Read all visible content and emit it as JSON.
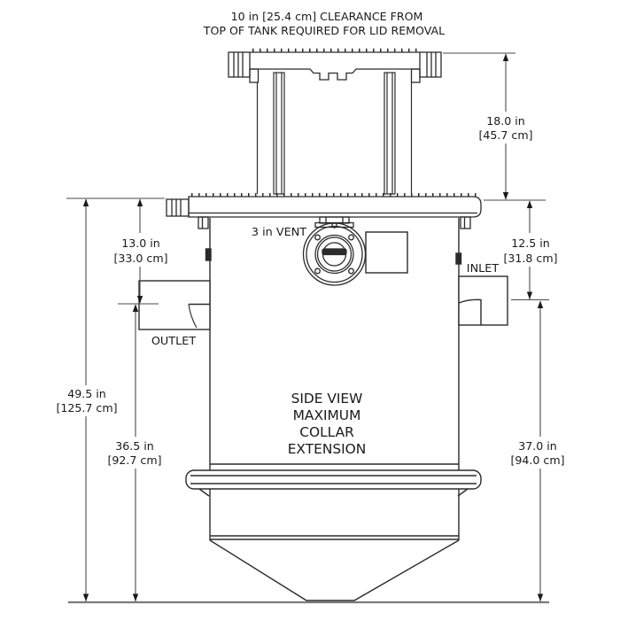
{
  "note": {
    "line1": "10 in [25.4 cm] CLEARANCE FROM",
    "line2": "TOP OF TANK REQUIRED FOR LID REMOVAL"
  },
  "view_label": {
    "line1": "SIDE VIEW",
    "line2": "MAXIMUM",
    "line3": "COLLAR",
    "line4": "EXTENSION"
  },
  "ports": {
    "vent_label": "3 in VENT",
    "inlet_label": "INLET",
    "outlet_label": "OUTLET"
  },
  "dimensions": {
    "lid_height": {
      "in": "18.0 in",
      "cm": "[45.7 cm]"
    },
    "top_to_outlet": {
      "in": "13.0 in",
      "cm": "[33.0 cm]"
    },
    "top_to_inlet": {
      "in": "12.5 in",
      "cm": "[31.8 cm]"
    },
    "overall_height": {
      "in": "49.5 in",
      "cm": "[125.7 cm]"
    },
    "outlet_to_base": {
      "in": "36.5 in",
      "cm": "[92.7 cm]"
    },
    "inlet_to_base": {
      "in": "37.0 in",
      "cm": "[94.0 cm]"
    }
  },
  "colors": {
    "line": "#2b2b2b",
    "dimension": "#4a4a4a",
    "ground": "#7a7a7a",
    "text": "#1a1a1a"
  }
}
